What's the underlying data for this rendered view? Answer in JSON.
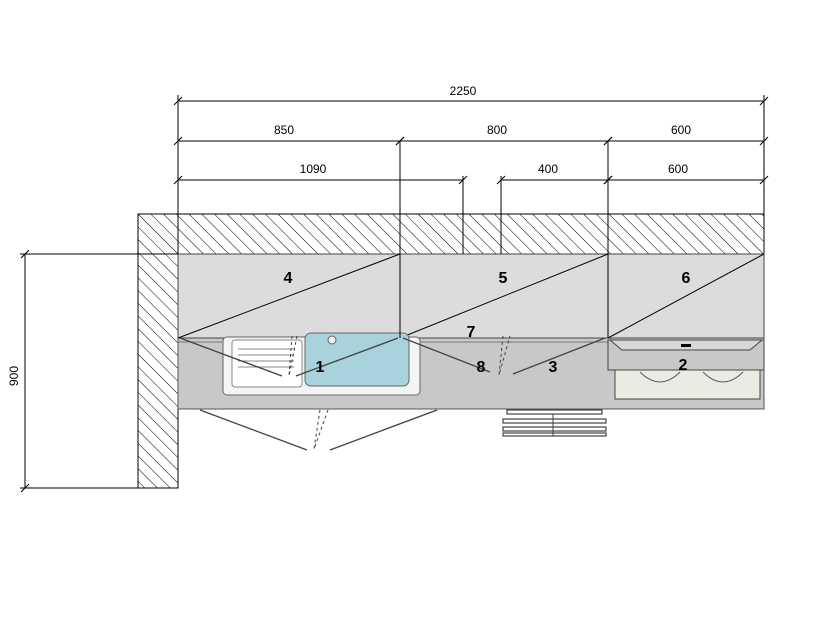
{
  "dimensions": {
    "overall": "2250",
    "top_row": [
      "850",
      "800",
      "600"
    ],
    "middle_row": [
      "1090",
      "400",
      "600"
    ],
    "depth": "900"
  },
  "cabinet_labels": [
    "1",
    "2",
    "3",
    "4",
    "5",
    "6",
    "7",
    "8"
  ],
  "colors": {
    "hatch_wall": "#ffffff",
    "wall_cabinet": "#dcdcdc",
    "base_counter": "#c8c8c8",
    "sink_water": "#a9d3dc",
    "line": "#000000"
  }
}
